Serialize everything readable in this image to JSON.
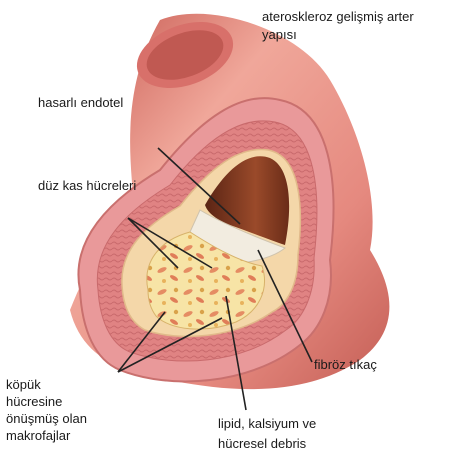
{
  "labels": {
    "title_line1": "ateroskleroz gelişmiş arter",
    "title_line2": "yapısı",
    "hasarli_endotel": "hasarlı endotel",
    "duz_kas": "düz kas hücreleri",
    "fibroz_tikac": "fibröz tıkaç",
    "kopuk": [
      "köpük",
      "hücresine",
      "önüşmüş olan",
      "makrofajlar"
    ],
    "lipid": [
      "lipid, kalsiyum ve",
      "hücresel debris"
    ]
  },
  "colors": {
    "outer_wall": "#e3877e",
    "outer_wall_dark": "#b94a45",
    "muscle_band": "#d9777a",
    "intima": "#f3d6a8",
    "lumen": "#7a3a24",
    "plaque": "#f6e2a0",
    "plaque_cells": "#e38a63"
  }
}
